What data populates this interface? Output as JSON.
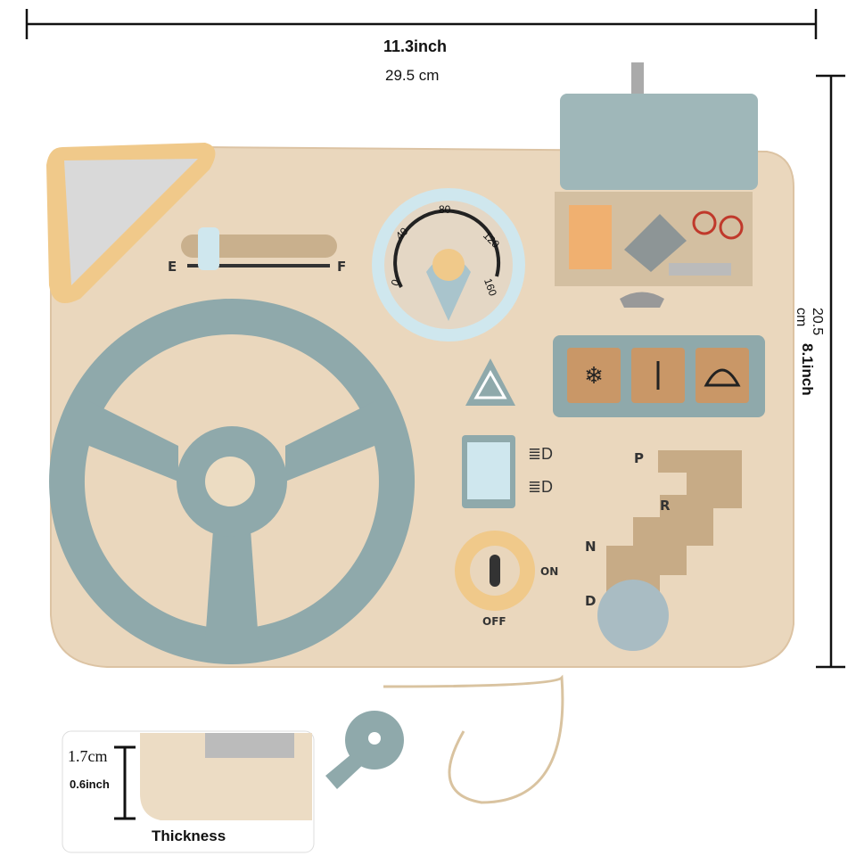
{
  "dimensions": {
    "width_inch": "11.3inch",
    "width_cm": "29.5 cm",
    "height_inch": "8.1inch",
    "height_cm": "20.5 cm",
    "thickness_cm": "1.7cm",
    "thickness_inch": "0.6inch",
    "thickness_label": "Thickness"
  },
  "fuel_gauge": {
    "empty": "E",
    "full": "F"
  },
  "speedometer": {
    "ticks": [
      "0",
      "40",
      "80",
      "120",
      "160"
    ]
  },
  "gear_shift": {
    "positions": [
      "P",
      "R",
      "N",
      "D"
    ]
  },
  "ignition": {
    "on": "ON",
    "off": "OFF"
  },
  "colors": {
    "wood": "#e9d6bc",
    "teal": "#8fa9ab",
    "light_blue": "#cfe7ee",
    "mustard": "#f0c98a"
  }
}
